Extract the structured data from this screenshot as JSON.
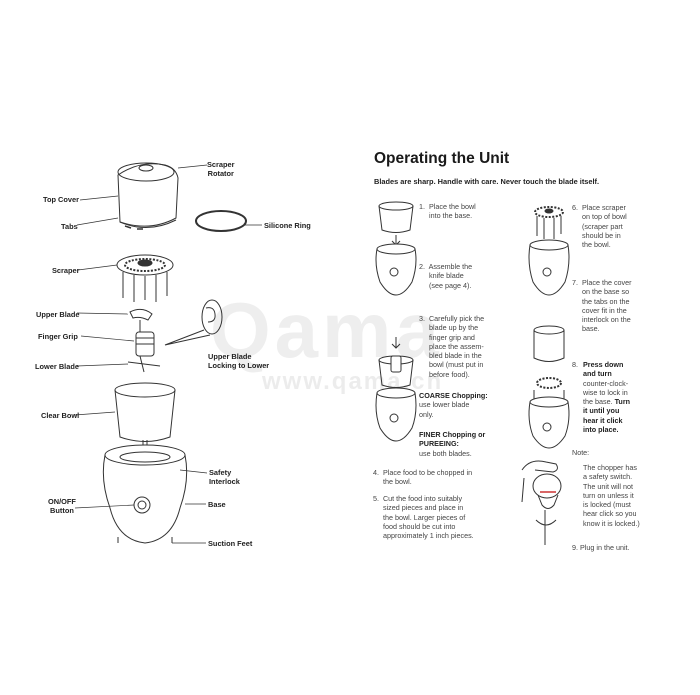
{
  "parts_labels": {
    "scraper_rotator": "Scraper\nRotator",
    "top_cover": "Top Cover",
    "tabs": "Tabs",
    "silicone_ring": "Silicone Ring",
    "scraper": "Scraper",
    "upper_blade": "Upper Blade",
    "finger_grip": "Finger Grip",
    "upper_blade_locking": "Upper Blade\nLocking to Lower",
    "lower_blade": "Lower Blade",
    "clear_bowl": "Clear Bowl",
    "safety_interlock": "Safety\nInterlock",
    "on_off_button": "ON/OFF\nButton",
    "base": "Base",
    "suction_feet": "Suction Feet"
  },
  "operating": {
    "title": "Operating the Unit",
    "warning": "Blades are sharp. Handle with care. Never touch the blade itself.",
    "step1": "1.  Place the bowl\n     into the base.",
    "step2": "2.  Assemble the\n     knife blade\n     (see page 4).",
    "step3": "3.  Carefully pick the\n     blade up by the\n     finger grip and\n     place the assem-\n     bled blade in the\n     bowl (must put in\n     before food).",
    "coarse_label": "COARSE Chopping:",
    "coarse_text": "use lower blade\nonly.",
    "finer_label": "FINER Chopping or\nPUREEING:",
    "finer_text": "use both blades.",
    "step4": "4.  Place food to be chopped in\n     the bowl.",
    "step5": "5.  Cut the food into suitably\n     sized pieces and place in\n     the bowl. Larger pieces of\n     food should be cut into\n     approximately 1 inch pieces.",
    "step6": "6.  Place scraper\n     on top of bowl\n     (scraper part\n     should be in\n     the bowl.",
    "step7": "7.  Place the cover\n     on the base so\n     the tabs on the\n     cover fit in the\n     interlock on the\n     base.",
    "step8_num": "8.",
    "step8_b1": "Press down\nand turn",
    "step8_t1": "counter-clock-\nwise to lock in\nthe base.",
    "step8_b2": "Turn\nit until you\nhear it click\ninto place.",
    "note_label": "Note:",
    "note_text": "The chopper has\na safety switch.\nThe unit will not\nturn on unless it\nis locked (must\nhear click so you\nknow it is locked.)",
    "step9": "9.  Plug in the unit."
  },
  "watermark": {
    "main": "Qama",
    "sub": "www.qama.cn"
  },
  "colors": {
    "line": "#333333",
    "text": "#222222",
    "body_text": "#444444",
    "watermark": "#969696"
  }
}
